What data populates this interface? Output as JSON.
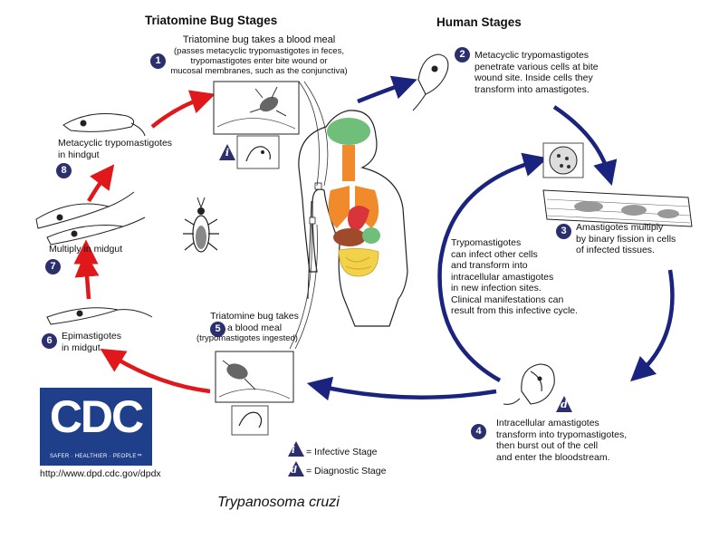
{
  "headers": {
    "bug_stages": "Triatomine Bug Stages",
    "human_stages": "Human Stages"
  },
  "steps": {
    "s1": {
      "num": "1",
      "lines": [
        "Triatomine bug takes a blood meal",
        "(passes metacyclic trypomastigotes in feces,",
        "trypomastigotes enter bite wound or",
        "mucosal membranes, such as the conjunctiva)"
      ]
    },
    "s2": {
      "num": "2",
      "lines": [
        "Metacyclic trypomastigotes",
        "penetrate various cells at bite",
        "wound site.  Inside cells they",
        "transform into amastigotes."
      ]
    },
    "s3": {
      "num": "3",
      "lines": [
        "Amastigotes multiply",
        "by binary fission in cells",
        "of infected tissues."
      ]
    },
    "s4": {
      "num": "4",
      "lines": [
        "Intracellular amastigotes",
        "transform into trypomastigotes,",
        "then burst out of the cell",
        "and enter the bloodstream."
      ]
    },
    "s5": {
      "num": "5",
      "lines": [
        "Triatomine bug takes",
        "a blood meal",
        "(trypomastigotes ingested)"
      ]
    },
    "s6": {
      "num": "6",
      "lines": [
        "Epimastigotes",
        "in midgut"
      ]
    },
    "s7": {
      "num": "7",
      "lines": [
        "Multiply in midgut"
      ]
    },
    "s8": {
      "num": "8",
      "lines": [
        "Metacyclic trypomastigotes",
        "in hindgut"
      ]
    }
  },
  "center_note": {
    "lines": [
      "Trypomastigotes",
      "can infect other cells",
      "and transform into",
      "intracellular amastigotes",
      "in new infection sites.",
      "Clinical manifestations can",
      "result from this infective cycle."
    ]
  },
  "legend": {
    "infective_symbol": "i",
    "infective_label": "= Infective Stage",
    "diagnostic_symbol": "d",
    "diagnostic_label": "= Diagnostic Stage"
  },
  "markers": {
    "i_badge": "i",
    "d_badge": "d"
  },
  "cdc": {
    "logo": "CDC",
    "tagline": "SAFER · HEALTHIER · PEOPLE™",
    "url": "http://www.dpd.cdc.gov/dpdx"
  },
  "caption": "Trypanosoma cruzi",
  "colors": {
    "bug_cycle_arrow": "#e0181b",
    "human_cycle_arrow": "#1a237e",
    "number_badge": "#2b2f6e",
    "cdc_blue": "#1f3f8a",
    "lungs": "#f08a2a",
    "brain": "#6fbf7a",
    "heart": "#d8343a",
    "liver": "#a04a2c",
    "intestines": "#f2d24a"
  }
}
